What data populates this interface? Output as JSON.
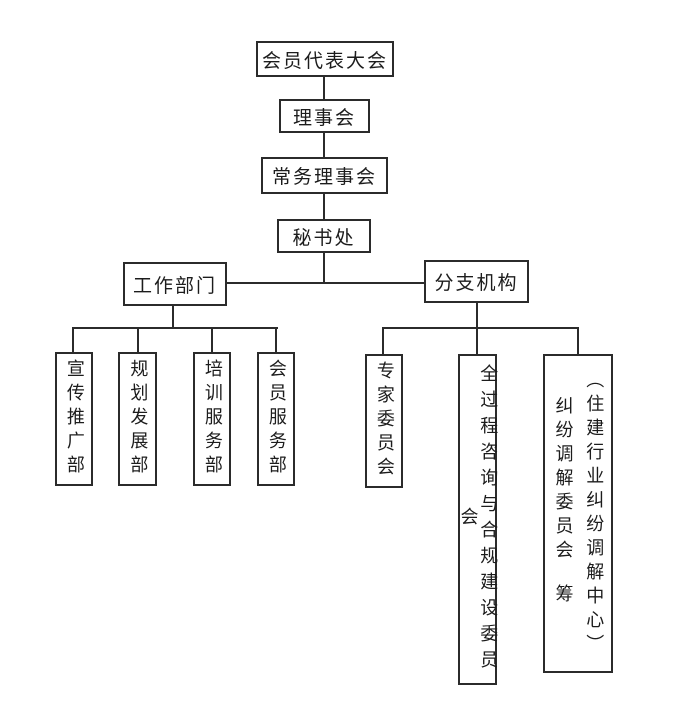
{
  "org_chart": {
    "levels": {
      "assembly": "会员代表大会",
      "council": "理事会",
      "standing_council": "常务理事会",
      "secretariat": "秘书处"
    },
    "groups": {
      "work_departments": "工作部门",
      "branch_organizations": "分支机构"
    },
    "departments": [
      "宣传推广部",
      "规划发展部",
      "培训服务部",
      "会员服务部"
    ],
    "branches": {
      "expert_committee": "专家委员会",
      "consulting_committee": "全过程咨询与合规建设委员会",
      "mediation_committee": {
        "name": "纠纷调解委员会",
        "status": "筹",
        "annotation": "（住建行业纠纷调解中心）"
      }
    },
    "colors": {
      "line": "#2b2b2b",
      "text": "#1c1c1c",
      "background": "#ffffff"
    }
  }
}
